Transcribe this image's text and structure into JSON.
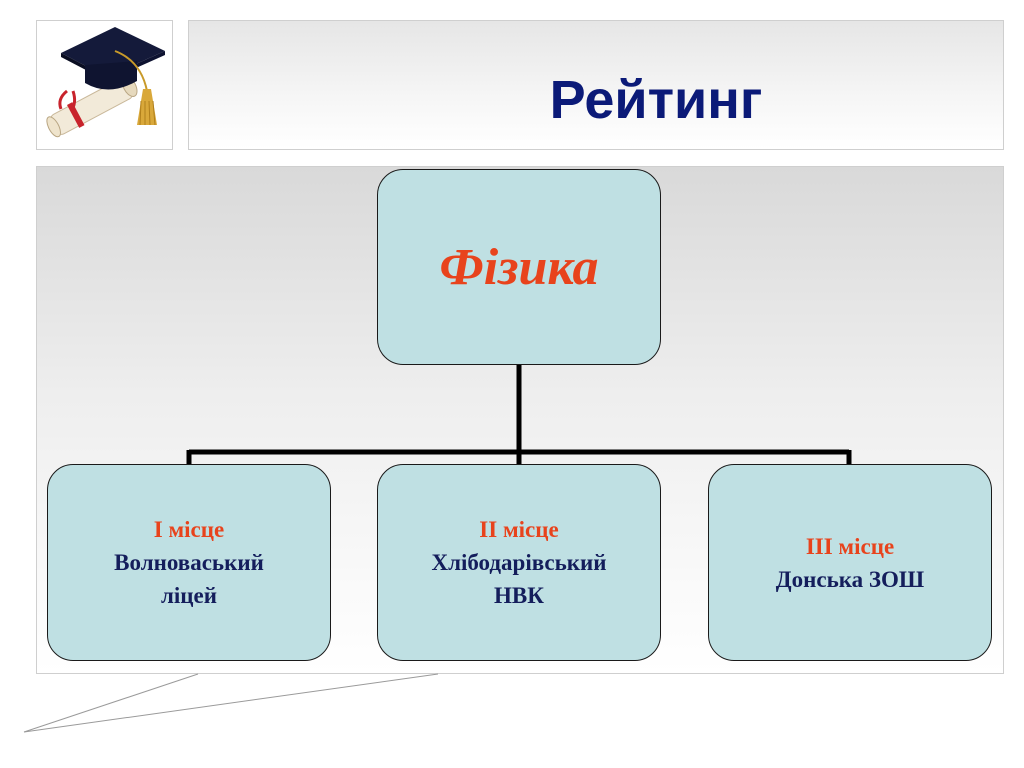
{
  "slide": {
    "title": "Рейтинг",
    "logo_icon": "graduation-cap-diploma-icon"
  },
  "diagram": {
    "root": {
      "label": "Фізика"
    },
    "children": [
      {
        "place": "І місце",
        "school_line1": "Волноваський",
        "school_line2": "ліцей"
      },
      {
        "place": "ІІ місце",
        "school_line1": "Хлібодарівський",
        "school_line2": "НВК"
      },
      {
        "place": "ІІІ місце",
        "school_line1": "Донська ЗОШ",
        "school_line2": ""
      }
    ]
  },
  "colors": {
    "title": "#0b1a78",
    "accent": "#e8431c",
    "school_text": "#141e5c",
    "node_fill": "#bfe0e3"
  }
}
